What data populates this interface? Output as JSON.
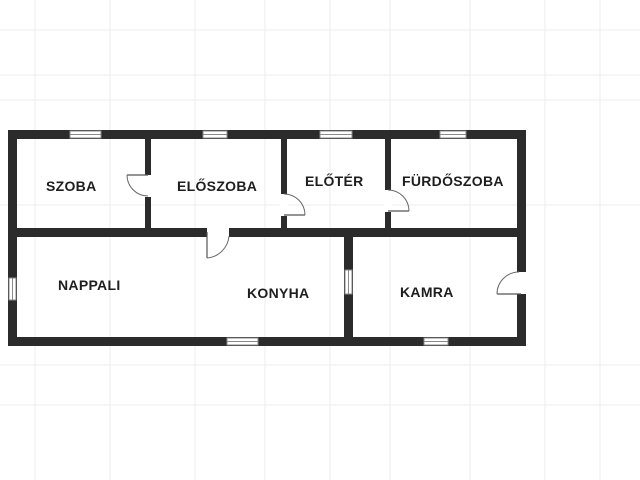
{
  "floor_plan": {
    "rooms": [
      {
        "id": "szoba",
        "label": "SZOBA"
      },
      {
        "id": "eloszoba",
        "label": "ELŐSZOBA"
      },
      {
        "id": "eloter",
        "label": "ELŐTÉR"
      },
      {
        "id": "furdoszoba",
        "label": "FÜRDŐSZOBA"
      },
      {
        "id": "nappali",
        "label": "NAPPALI"
      },
      {
        "id": "konyha",
        "label": "KONYHA"
      },
      {
        "id": "kamra",
        "label": "KAMRA"
      }
    ],
    "colors": {
      "wall": "#2b2b2b",
      "background": "#ffffff",
      "grid": "#eeeeee",
      "label": "#1e1e1e"
    }
  }
}
